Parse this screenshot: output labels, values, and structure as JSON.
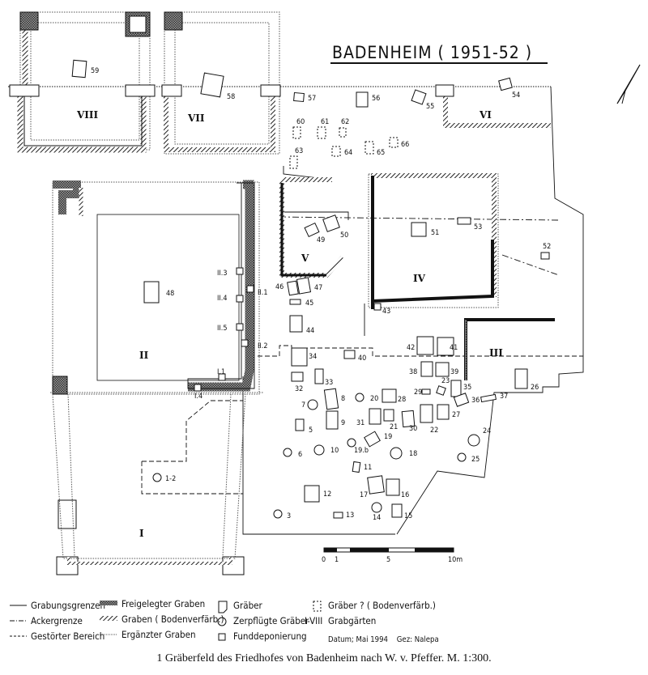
{
  "title": "BADENHEIM ( 1951-52 )",
  "gardens": [
    "VIII",
    "VII",
    "VI",
    "V",
    "IV",
    "III",
    "II",
    "I"
  ],
  "features": [
    "II.3",
    "II.1",
    "II.4",
    "II.5",
    "II.2",
    "I.1",
    "I.4"
  ],
  "graves": [
    {
      "label": "59",
      "type": "grave"
    },
    {
      "label": "58",
      "type": "grave"
    },
    {
      "label": "57",
      "type": "grave"
    },
    {
      "label": "56",
      "type": "grave"
    },
    {
      "label": "55",
      "type": "grave"
    },
    {
      "label": "54",
      "type": "grave"
    },
    {
      "label": "60",
      "type": "possible"
    },
    {
      "label": "61",
      "type": "possible"
    },
    {
      "label": "62",
      "type": "possible"
    },
    {
      "label": "63",
      "type": "possible"
    },
    {
      "label": "64",
      "type": "possible"
    },
    {
      "label": "65",
      "type": "possible"
    },
    {
      "label": "66",
      "type": "possible"
    },
    {
      "label": "53",
      "type": "grave"
    },
    {
      "label": "52",
      "type": "deposit"
    },
    {
      "label": "51",
      "type": "grave"
    },
    {
      "label": "50",
      "type": "grave"
    },
    {
      "label": "49",
      "type": "grave"
    },
    {
      "label": "48",
      "type": "grave"
    },
    {
      "label": "47",
      "type": "grave"
    },
    {
      "label": "46",
      "type": "grave"
    },
    {
      "label": "45",
      "type": "deposit"
    },
    {
      "label": "44",
      "type": "grave"
    },
    {
      "label": "43",
      "type": "grave"
    },
    {
      "label": "42",
      "type": "grave"
    },
    {
      "label": "41",
      "type": "grave"
    },
    {
      "label": "40",
      "type": "deposit"
    },
    {
      "label": "38",
      "type": "grave"
    },
    {
      "label": "39",
      "type": "grave"
    },
    {
      "label": "34",
      "type": "grave"
    },
    {
      "label": "32",
      "type": "grave"
    },
    {
      "label": "33",
      "type": "grave"
    },
    {
      "label": "35",
      "type": "grave"
    },
    {
      "label": "23",
      "type": "grave"
    },
    {
      "label": "29",
      "type": "deposit"
    },
    {
      "label": "36",
      "type": "grave"
    },
    {
      "label": "37",
      "type": "deposit"
    },
    {
      "label": "26",
      "type": "grave"
    },
    {
      "label": "7",
      "type": "plowed"
    },
    {
      "label": "8",
      "type": "grave"
    },
    {
      "label": "20",
      "type": "plowed"
    },
    {
      "label": "28",
      "type": "grave"
    },
    {
      "label": "31",
      "type": "grave"
    },
    {
      "label": "21",
      "type": "grave"
    },
    {
      "label": "30",
      "type": "grave"
    },
    {
      "label": "22",
      "type": "grave"
    },
    {
      "label": "27",
      "type": "grave"
    },
    {
      "label": "9",
      "type": "grave"
    },
    {
      "label": "5",
      "type": "grave"
    },
    {
      "label": "19",
      "type": "grave"
    },
    {
      "label": "19.b",
      "type": "plowed"
    },
    {
      "label": "6",
      "type": "plowed"
    },
    {
      "label": "10",
      "type": "plowed"
    },
    {
      "label": "18",
      "type": "plowed"
    },
    {
      "label": "11",
      "type": "grave"
    },
    {
      "label": "24",
      "type": "plowed"
    },
    {
      "label": "25",
      "type": "plowed"
    },
    {
      "label": "12",
      "type": "grave"
    },
    {
      "label": "17",
      "type": "grave"
    },
    {
      "label": "16",
      "type": "grave"
    },
    {
      "label": "14",
      "type": "plowed"
    },
    {
      "label": "15",
      "type": "grave"
    },
    {
      "label": "13",
      "type": "deposit"
    },
    {
      "label": "3",
      "type": "plowed"
    },
    {
      "label": "1-2",
      "type": "plowed"
    }
  ],
  "scale": {
    "ticks": [
      "0",
      "1",
      "5",
      "10m"
    ]
  },
  "legend": {
    "lines": [
      "Grabungsgrenzen",
      "Ackergrenze",
      "Gestörter Bereich"
    ],
    "ditches": [
      "Freigelegter Graben",
      "Graben ( Bodenverfärb.)",
      "Ergänzter Graben"
    ],
    "symbols": [
      "Gräber",
      "Zerpflügte Gräber",
      "Funddeponierung"
    ],
    "other": [
      "Gräber ? ( Bodenverfärb.)",
      "Grabgärten"
    ],
    "range_symbol": "I-VIII",
    "credits": "Datum; Mai 1994    Gez: Nalepa"
  },
  "caption": "1 Gräberfeld des Friedhofes von Badenheim nach W. v. Pfeffer. M. 1:300."
}
